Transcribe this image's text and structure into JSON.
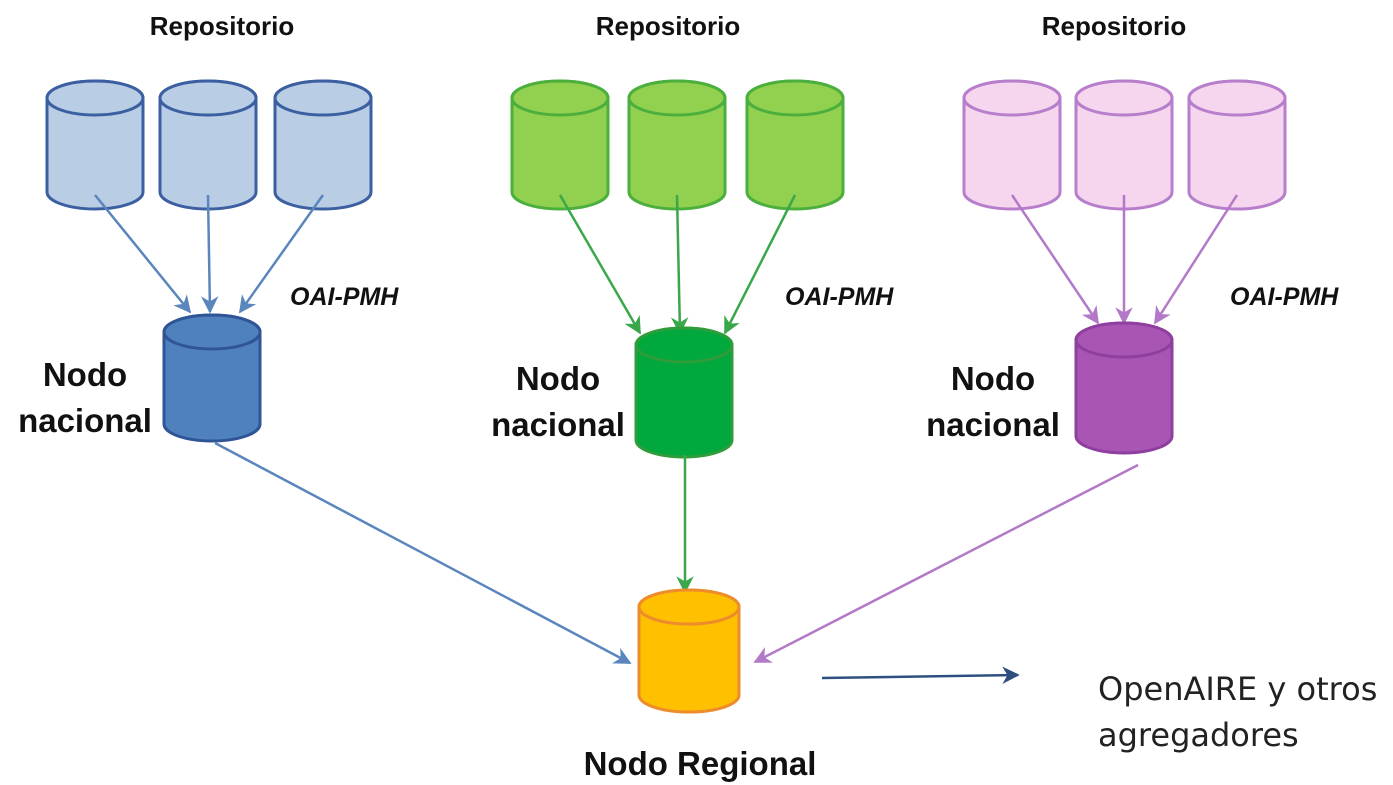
{
  "groups": [
    {
      "repo_label": "Repositorio",
      "protocol_label": "OAI-PMH",
      "node_label_line1": "Nodo",
      "node_label_line2": "nacional",
      "colors": {
        "repo_fill": "#b9cde5",
        "repo_stroke": "#3b5fa0",
        "node_fill": "#4f81bd",
        "node_stroke": "#2f5597",
        "arrow": "#5a86bd"
      }
    },
    {
      "repo_label": "Repositorio",
      "protocol_label": "OAI-PMH",
      "node_label_line1": "Nodo",
      "node_label_line2": "nacional",
      "colors": {
        "repo_fill": "#92d050",
        "repo_stroke": "#4caf3d",
        "node_fill": "#00a83e",
        "node_stroke": "#2e9d3a",
        "arrow": "#3aa84a"
      }
    },
    {
      "repo_label": "Repositorio",
      "protocol_label": "OAI-PMH",
      "node_label_line1": "Nodo",
      "node_label_line2": "nacional",
      "colors": {
        "repo_fill": "#f6d5ee",
        "repo_stroke": "#b77fcb",
        "node_fill": "#a855b4",
        "node_stroke": "#8e3fa0",
        "arrow": "#b378c8"
      }
    }
  ],
  "regional": {
    "label": "Nodo Regional",
    "colors": {
      "fill": "#ffc000",
      "stroke": "#ed8c2b"
    }
  },
  "target": {
    "line1": "OpenAIRE y otros",
    "line2": "agregadores",
    "arrow_color": "#2f4f7f"
  }
}
